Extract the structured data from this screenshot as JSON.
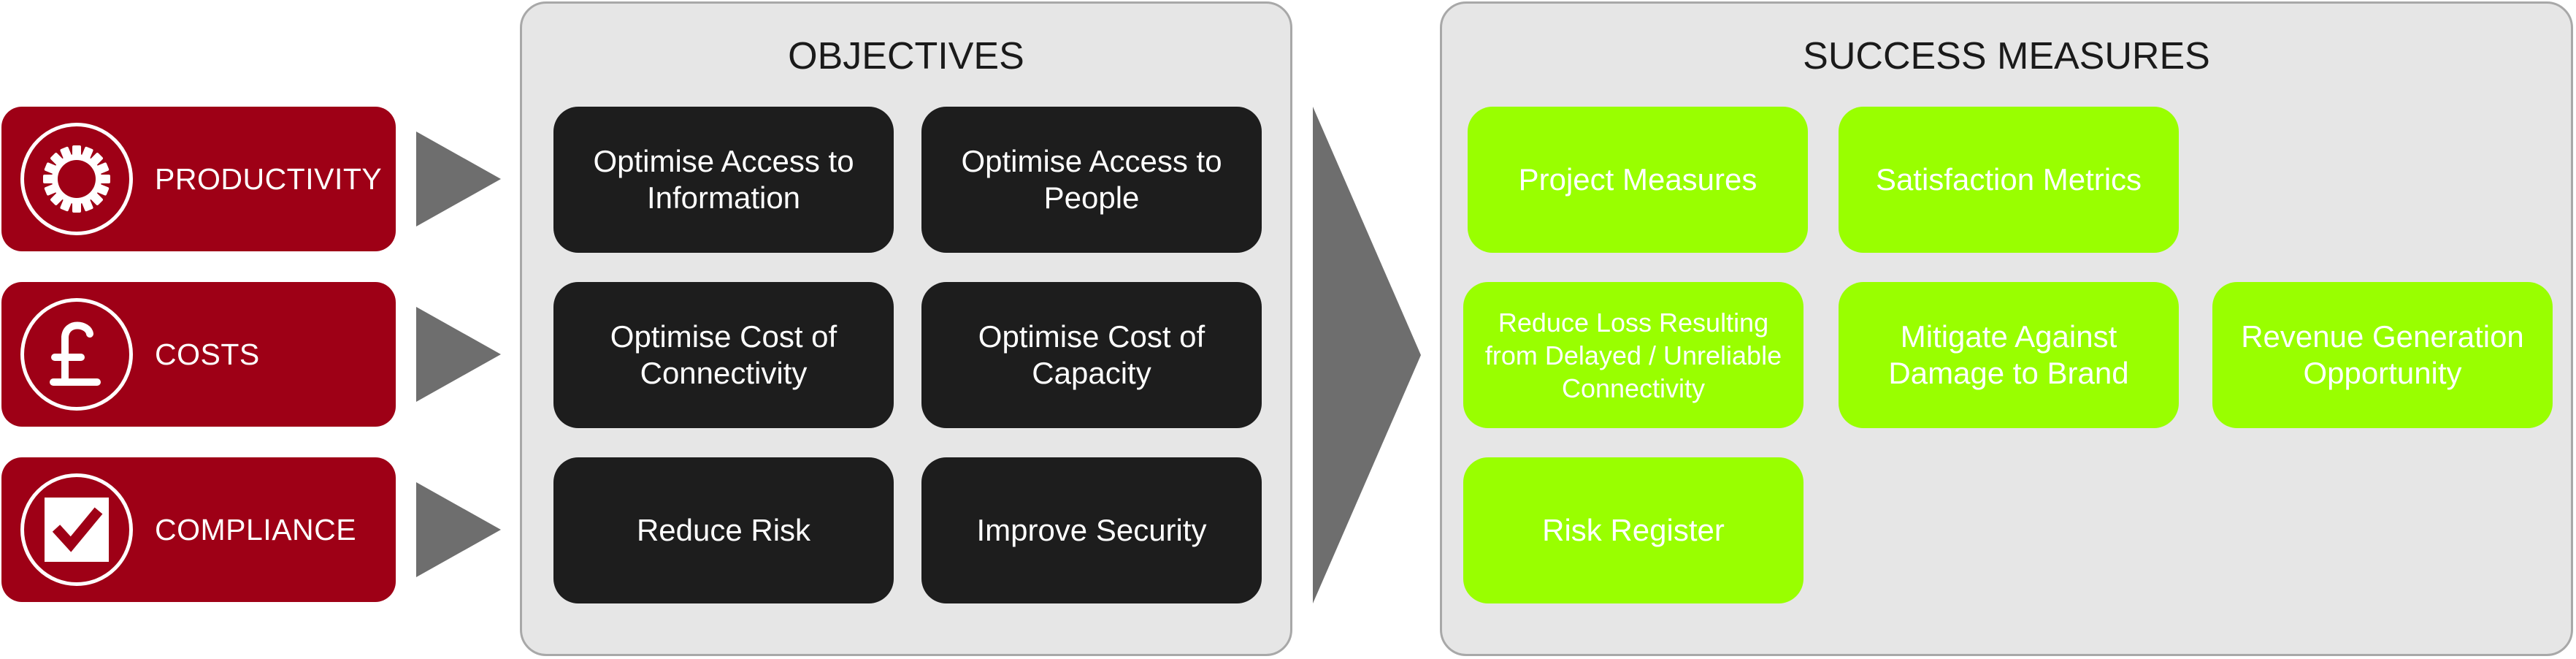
{
  "drivers": [
    {
      "label": "PRODUCTIVITY",
      "icon": "gear-icon"
    },
    {
      "label": "COSTS",
      "icon": "pound-sign-icon"
    },
    {
      "label": "COMPLIANCE",
      "icon": "checkmark-icon"
    }
  ],
  "objectives": {
    "title": "OBJECTIVES",
    "items": [
      "Optimise Access to Information",
      "Optimise Access to People",
      "Optimise Cost of Connectivity",
      "Optimise Cost of Capacity",
      "Reduce Risk",
      "Improve Security"
    ]
  },
  "success_measures": {
    "title": "SUCCESS MEASURES",
    "items": [
      "Project Measures",
      "Satisfaction Metrics",
      "Reduce Loss Resulting from Delayed / Unreliable Connectivity",
      "Mitigate Against Damage to Brand",
      "Revenue Generation Opportunity",
      "Risk Register"
    ]
  },
  "colors": {
    "driver_red": "#9e0016",
    "objective_black": "#1d1d1d",
    "success_green": "#99ff00",
    "arrow_grey": "#6e6e6e",
    "panel_grey": "#e6e6e6"
  }
}
